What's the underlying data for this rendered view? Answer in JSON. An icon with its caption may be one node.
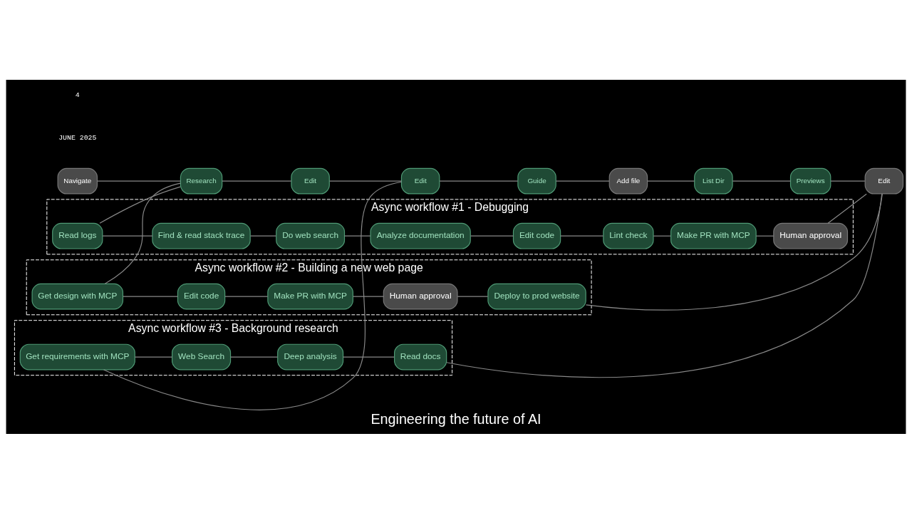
{
  "diagram": {
    "caption": "Engineering the future of AI",
    "nodes": [
      {
        "text": [
          "Navigate"
        ]
      },
      {
        "text": [
          "Research"
        ]
      },
      {
        "text": [
          "Edit"
        ]
      },
      {
        "text": [
          "Edit"
        ]
      },
      {
        "text": [
          "Guide"
        ]
      },
      {
        "text": [
          "Add file"
        ]
      },
      {
        "text": [
          "List Dir"
        ]
      },
      {
        "text": [
          "Previews"
        ]
      },
      {
        "text": [
          "Edit"
        ]
      },
      {
        "text": [
          "Async workflow #1 - Debugging"
        ]
      },
      {
        "text": [
          "Read logs"
        ],
        "in": 9
      },
      {
        "text": [
          "Find & read stack trace"
        ],
        "in": 9
      },
      {
        "text": [
          "Do web search"
        ],
        "in": 9
      },
      {
        "text": [
          "Analyze documentation"
        ],
        "in": 9
      },
      {
        "text": [
          "Edit code"
        ],
        "in": 9
      },
      {
        "text": [
          "Lint check"
        ],
        "in": 9
      },
      {
        "text": [
          "Make PR with MCP"
        ],
        "in": 9
      },
      {
        "text": [
          "Human approval"
        ],
        "in": 9
      },
      {
        "text": [
          "Async workflow #2 - Building a new web page"
        ]
      },
      {
        "text": [
          "Get design with MCP"
        ],
        "in": 18
      },
      {
        "text": [
          "Edit code"
        ],
        "in": 18
      },
      {
        "text": [
          "Make PR with MCP"
        ],
        "in": 18
      },
      {
        "text": [
          "Human approval"
        ],
        "in": 18
      },
      {
        "text": [
          "Deploy to prod website"
        ],
        "in": 18
      },
      {
        "text": [
          "Async workflow #3 - Background research"
        ]
      },
      {
        "text": [
          "Get requirements with MCP"
        ],
        "in": 24
      },
      {
        "text": [
          "Web Search"
        ],
        "in": 24
      },
      {
        "text": [
          "Deep analysis"
        ],
        "in": 24
      },
      {
        "text": [
          "Read docs"
        ],
        "in": 24
      }
    ],
    "edges": [
      {
        "from": 0,
        "to": 1,
        "arrow": "none"
      },
      {
        "from": 1,
        "to": 2,
        "arrow": "none"
      },
      {
        "from": 2,
        "to": 3,
        "arrow": "none"
      },
      {
        "from": 3,
        "to": 4,
        "arrow": "none"
      },
      {
        "from": 4,
        "to": 5,
        "arrow": "none"
      },
      {
        "from": 5,
        "to": 6,
        "arrow": "none"
      },
      {
        "from": 6,
        "to": 7,
        "arrow": "none"
      },
      {
        "from": 7,
        "to": 8,
        "arrow": "none"
      },
      {
        "from": 1,
        "to": 10,
        "arrow": "none"
      },
      {
        "from": 10,
        "to": 11,
        "arrow": "none"
      },
      {
        "from": 11,
        "to": 12,
        "arrow": "none"
      },
      {
        "from": 12,
        "to": 13,
        "arrow": "none"
      },
      {
        "from": 13,
        "to": 14,
        "arrow": "none"
      },
      {
        "from": 14,
        "to": 15,
        "arrow": "none"
      },
      {
        "from": 15,
        "to": 16,
        "arrow": "none"
      },
      {
        "from": 16,
        "to": 17,
        "arrow": "none"
      },
      {
        "from": 17,
        "to": 8,
        "arrow": "none"
      },
      {
        "from": 1,
        "to": 19,
        "arrow": "none"
      },
      {
        "from": 19,
        "to": 20,
        "arrow": "none"
      },
      {
        "from": 20,
        "to": 21,
        "arrow": "none"
      },
      {
        "from": 21,
        "to": 22,
        "arrow": "none"
      },
      {
        "from": 22,
        "to": 23,
        "arrow": "none"
      },
      {
        "from": 23,
        "to": 8,
        "arrow": "none"
      },
      {
        "from": 3,
        "to": 25,
        "arrow": "none"
      },
      {
        "from": 25,
        "to": 26,
        "arrow": "none"
      },
      {
        "from": 26,
        "to": 27,
        "arrow": "none"
      },
      {
        "from": 27,
        "to": 28,
        "arrow": "none"
      },
      {
        "from": 28,
        "to": 8,
        "arrow": "none"
      }
    ],
    "labels": [
      "JUNE 2025",
      "4"
    ]
  }
}
